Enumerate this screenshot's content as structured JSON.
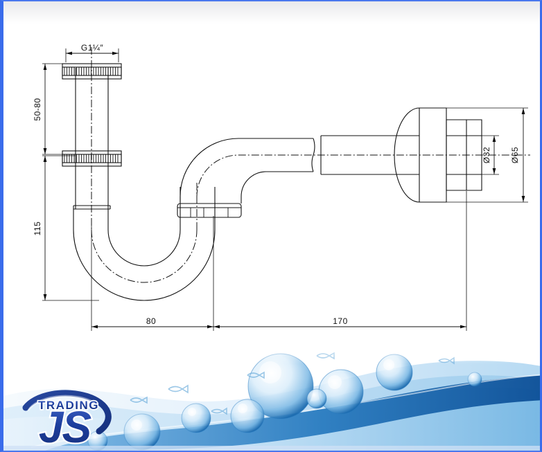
{
  "document": {
    "type": "technical-drawing",
    "subject": "P-trap / bottle trap plumbing siphon dimensional drawing",
    "border_color": "#3a6ceb",
    "line_color": "#111111",
    "background_color": "#ffffff"
  },
  "dimensions": {
    "thread_top": {
      "label": "G1¼″",
      "name": "top-thread-size"
    },
    "height_adjustable": {
      "label": "50-80",
      "name": "adjustable-height"
    },
    "height_total": {
      "label": "115",
      "name": "trap-depth-height"
    },
    "outlet_inner": {
      "label": "Ø32",
      "name": "outlet-pipe-diameter"
    },
    "flange_outer": {
      "label": "Ø65",
      "name": "wall-flange-diameter"
    },
    "width_trap": {
      "label": "80",
      "name": "trap-horizontal-offset"
    },
    "width_outlet": {
      "label": "170",
      "name": "outlet-horizontal-length"
    }
  },
  "logo": {
    "brand_top": "TRADING",
    "brand_main": "JS",
    "text_color": "#1c3f9e",
    "outline_color": "#ffffff"
  },
  "footer": {
    "theme": "water-waves-with-bubbles",
    "wave_color_light": "#cfe4f6",
    "wave_color_mid": "#7fb6e4",
    "wave_color_dark": "#1667b0",
    "accent_color": "#0d4f96"
  }
}
